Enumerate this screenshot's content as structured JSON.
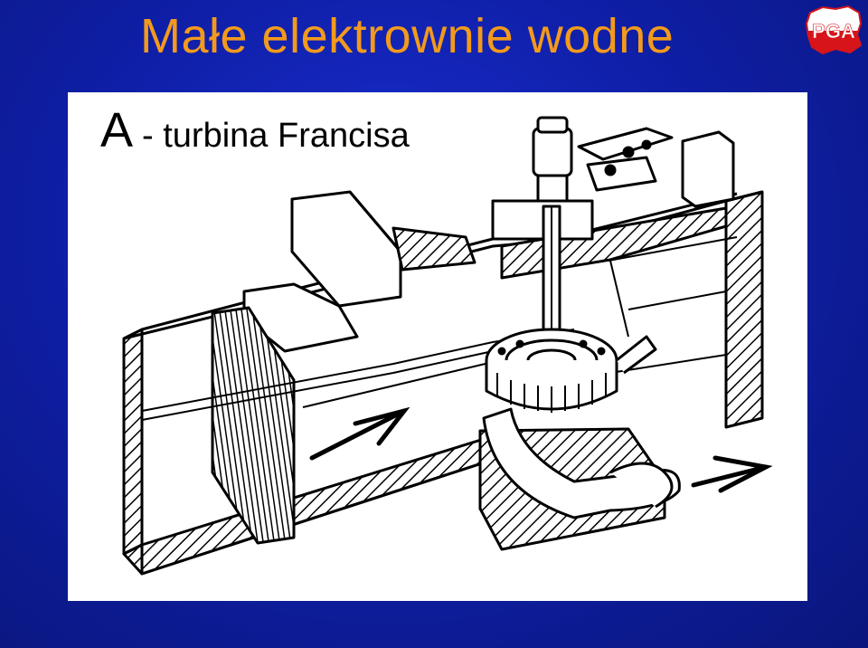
{
  "slide": {
    "title": "Małe elektrownie wodne",
    "title_color": "#f39a1c",
    "background_color": "#0f1fa8"
  },
  "logo": {
    "text": "PGA",
    "colors": {
      "white": "#ffffff",
      "red": "#d7141a"
    }
  },
  "panel": {
    "label_letter": "A",
    "label_text": "- turbina Francisa"
  },
  "diagram": {
    "icons": [
      "intake-trash-rack",
      "francis-turbine",
      "generator",
      "draft-tube",
      "flow-arrow-in",
      "flow-arrow-out"
    ]
  }
}
